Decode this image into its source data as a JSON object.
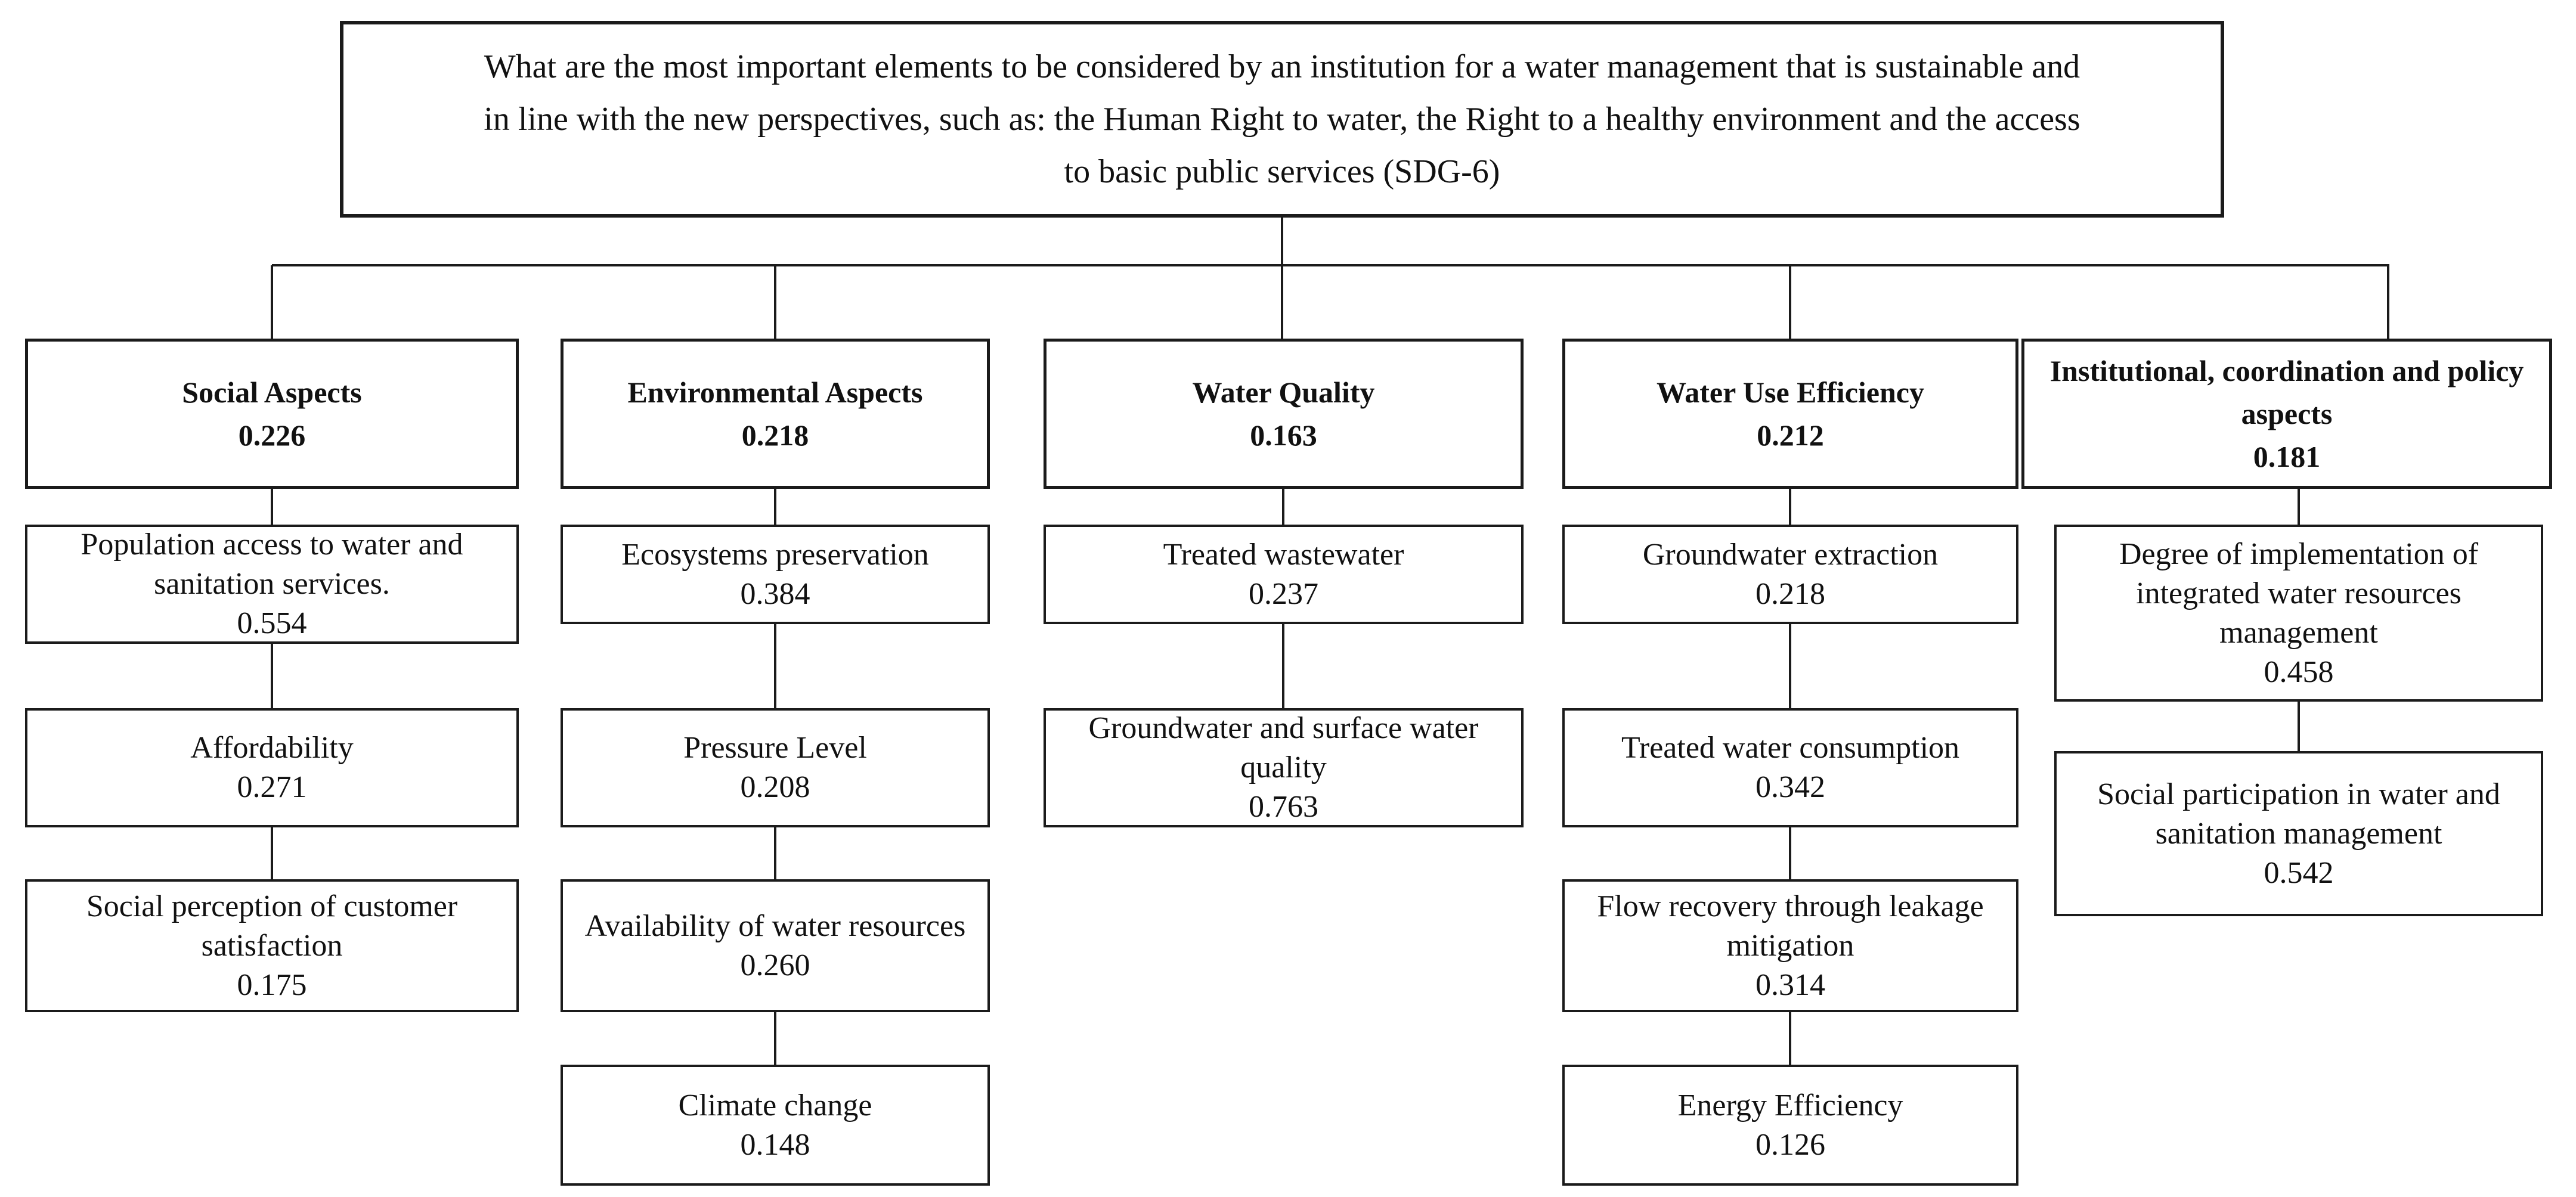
{
  "root_question": {
    "lines": [
      "What are the most important elements to be considered by an institution for a water management that is sustainable and",
      "in line with the new perspectives, such as: the Human Right to water, the Right to a healthy environment and the access",
      "to basic public services (SDG-6)"
    ]
  },
  "columns": [
    {
      "criterion": {
        "label": "Social Aspects",
        "weight": "0.226"
      },
      "subcriteria": [
        {
          "label": "Population access to water and sanitation services.",
          "weight": "0.554"
        },
        {
          "label": "Affordability",
          "weight": "0.271"
        },
        {
          "label": "Social perception of customer satisfaction",
          "weight": "0.175"
        }
      ]
    },
    {
      "criterion": {
        "label": "Environmental Aspects",
        "weight": "0.218"
      },
      "subcriteria": [
        {
          "label": "Ecosystems preservation",
          "weight": "0.384"
        },
        {
          "label": "Pressure Level",
          "weight": "0.208"
        },
        {
          "label": "Availability of water resources",
          "weight": "0.260"
        },
        {
          "label": "Climate change",
          "weight": "0.148"
        }
      ]
    },
    {
      "criterion": {
        "label": "Water Quality",
        "weight": "0.163"
      },
      "subcriteria": [
        {
          "label": "Treated wastewater",
          "weight": "0.237"
        },
        {
          "label": "Groundwater and surface water quality",
          "weight": "0.763"
        }
      ]
    },
    {
      "criterion": {
        "label": "Water Use Efficiency",
        "weight": "0.212"
      },
      "subcriteria": [
        {
          "label": "Groundwater extraction",
          "weight": "0.218"
        },
        {
          "label": "Treated water consumption",
          "weight": "0.342"
        },
        {
          "label": "Flow recovery through leakage mitigation",
          "weight": "0.314"
        },
        {
          "label": "Energy Efficiency",
          "weight": "0.126"
        }
      ]
    },
    {
      "criterion": {
        "label": "Institutional, coordination and policy aspects",
        "weight": "0.181"
      },
      "subcriteria": [
        {
          "label": "Degree of implementation of integrated water resources management",
          "weight": "0.458"
        },
        {
          "label": "Social participation in water and sanitation management",
          "weight": "0.542"
        }
      ]
    }
  ],
  "colors": {
    "background": "#ffffff",
    "line": "#1b1b1b",
    "text": "#111111"
  }
}
